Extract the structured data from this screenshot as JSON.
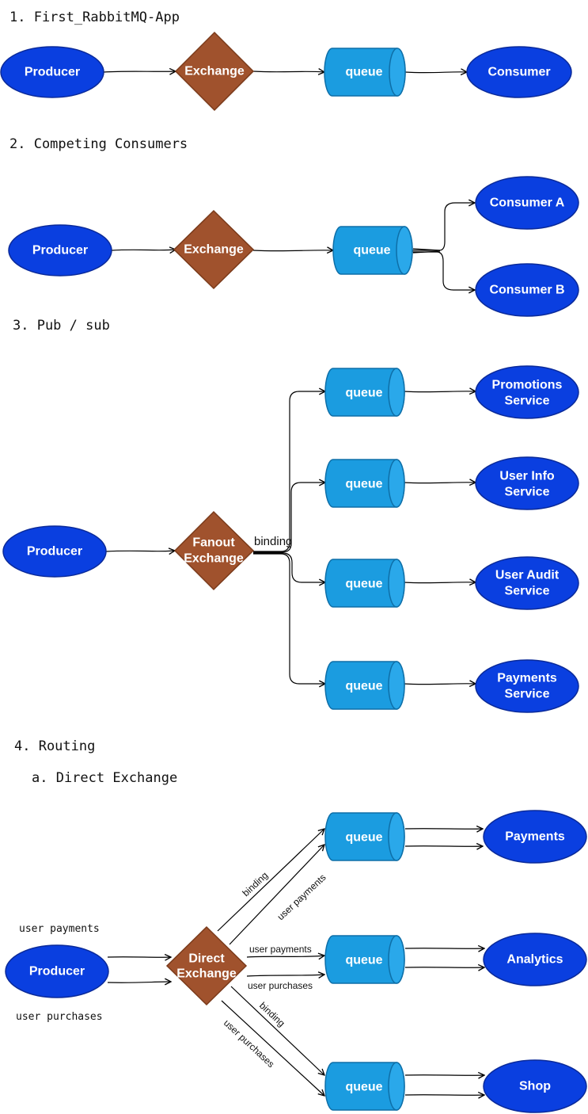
{
  "sections": {
    "s1": "1. First_RabbitMQ-App",
    "s2": "2. Competing Consumers",
    "s3": "3. Pub / sub",
    "s4": "4. Routing",
    "s4a": "a. Direct Exchange"
  },
  "nodes": {
    "producer": "Producer",
    "exchange": "Exchange",
    "queue": "queue",
    "consumer": "Consumer",
    "consumer_a": "Consumer A",
    "consumer_b": "Consumer B",
    "fanout_exchange": [
      "Fanout",
      "Exchange"
    ],
    "promotions_service": [
      "Promotions",
      "Service"
    ],
    "user_info_service": [
      "User Info",
      "Service"
    ],
    "user_audit_service": [
      "User Audit",
      "Service"
    ],
    "payments_service": [
      "Payments",
      "Service"
    ],
    "direct_exchange": [
      "Direct",
      "Exchange"
    ],
    "payments": "Payments",
    "analytics": "Analytics",
    "shop": "Shop"
  },
  "edge_labels": {
    "binding": "binding",
    "user_payments": "user payments",
    "user_purchases": "user purchases"
  },
  "notes": {
    "user_payments": "user payments",
    "user_purchases": "user purchases"
  },
  "colors": {
    "ellipse": "#0a3fe0",
    "exchange": "#a0522d",
    "queue": "#1b9ce0"
  }
}
